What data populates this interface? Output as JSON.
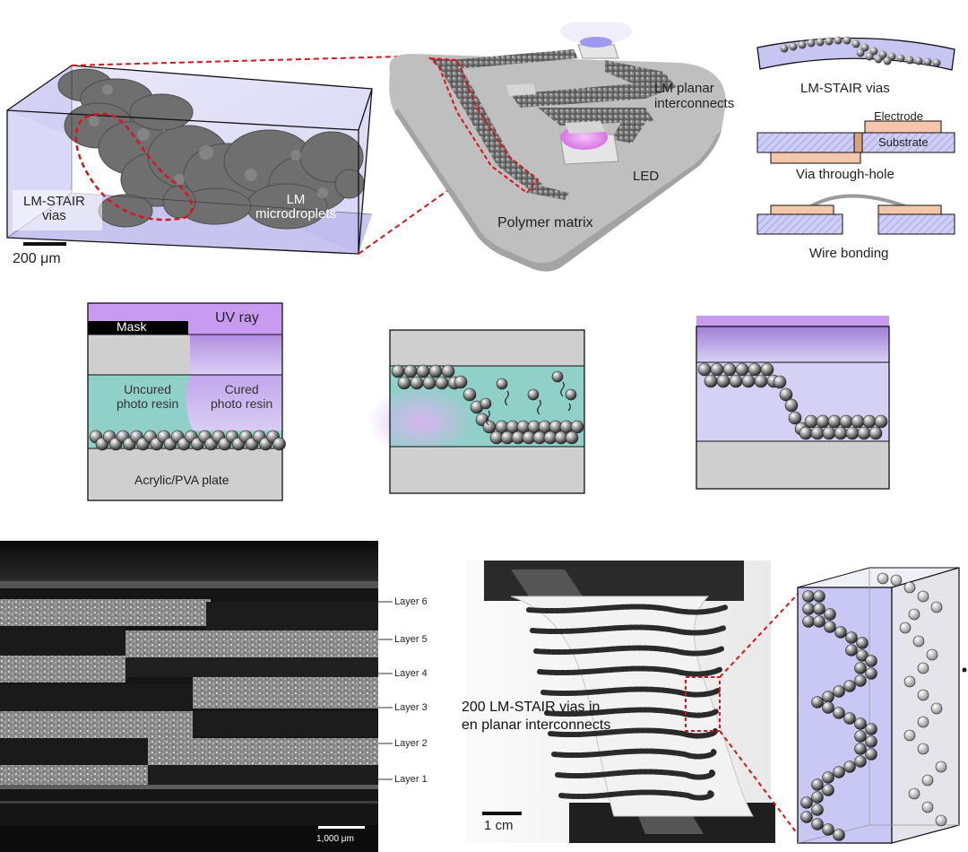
{
  "panel_a": {
    "via_label_line1": "LM-STAIR",
    "via_label_line2": "vias",
    "microdroplets_line1": "LM",
    "microdroplets_line2": "microdroplets",
    "scale_bar": "200 μm"
  },
  "panel_b": {
    "interconnects_line1": "LM planar",
    "interconnects_line2": "interconnects",
    "led": "LED",
    "matrix": "Polymer matrix"
  },
  "panel_c": {
    "stair_vias": "LM-STAIR vias",
    "electrode": "Electrode",
    "substrate": "Substrate",
    "through_hole": "Via through-hole",
    "wire_bonding": "Wire bonding"
  },
  "panel_d": {
    "mask": "Mask",
    "uv": "UV ray",
    "uncured_line1": "Uncured",
    "uncured_line2": "photo resin",
    "cured_line1": "Cured",
    "cured_line2": "photo resin",
    "plate": "Acrylic/PVA plate"
  },
  "panel_e": {
    "layers": [
      "Layer 6",
      "Layer 5",
      "Layer 4",
      "Layer 3",
      "Layer 2",
      "Layer 1"
    ],
    "scale_bar": "1,000 μm"
  },
  "panel_f": {
    "caption_line1": "200 LM-STAIR vias in",
    "caption_line2": "en planar interconnects",
    "scale_bar": "1 cm"
  },
  "colors": {
    "lavender": "#c7c5f2",
    "uv_purple": "#b08de0",
    "resin_teal": "#8fd0c8",
    "plate_gray": "#cfcfcf",
    "electrode_peach": "#f5c6ac",
    "dashed_red": "#d9141b"
  }
}
